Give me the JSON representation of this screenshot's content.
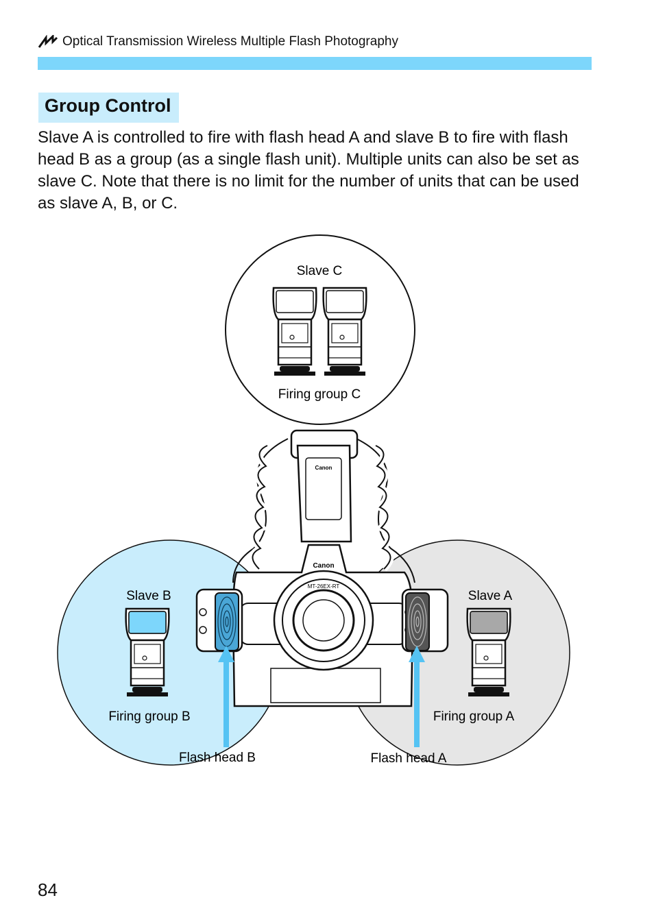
{
  "header": {
    "icon": "lightning-zigzag-icon",
    "title": "Optical Transmission Wireless Multiple Flash Photography"
  },
  "colors": {
    "accent_bar": "#7dd6fb",
    "title_bg": "#c9edfc",
    "group_b": "#c9edfc",
    "group_a": "#e6e6e6",
    "arrow": "#55c3f3"
  },
  "section": {
    "title": "Group Control",
    "body": "Slave A is controlled to fire with flash head A and slave B to fire with flash head B as a group (as a single flash unit). Multiple units can also be set as slave C. Note that there is no limit for the number of units that can be used as slave A, B, or C."
  },
  "diagram": {
    "group_c": {
      "slave": "Slave C",
      "group": "Firing group C"
    },
    "group_b": {
      "slave": "Slave B",
      "group": "Firing group B"
    },
    "group_a": {
      "slave": "Slave A",
      "group": "Firing group A"
    },
    "flash_head_b": "Flash head B",
    "flash_head_a": "Flash head A",
    "camera_brand": "Canon",
    "flash_brand": "Canon",
    "model": "MT-26EX-RT"
  },
  "page_number": "84"
}
